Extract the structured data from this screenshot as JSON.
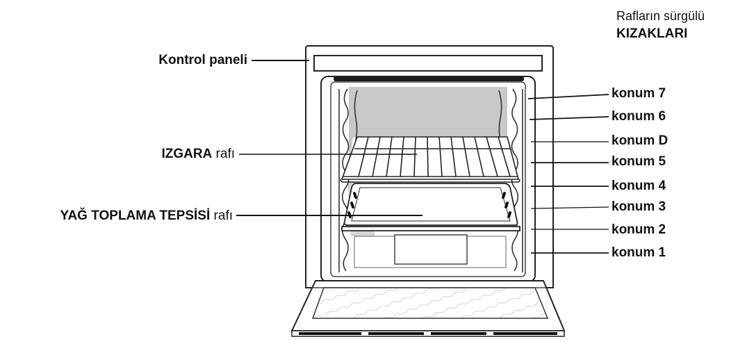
{
  "header": {
    "line1": "Rafların sürgülü",
    "line2": "KIZAKLARI"
  },
  "left_labels": {
    "control_panel": "Kontrol paneli",
    "grill_bold": "IZGARA",
    "grill_suffix": " rafı",
    "drip_bold": "YAĞ TOPLAMA TEPSİSİ",
    "drip_suffix": " rafı"
  },
  "positions": [
    {
      "label": "konum 7"
    },
    {
      "label": "konum 6"
    },
    {
      "label": "konum D"
    },
    {
      "label": "konum 5"
    },
    {
      "label": "konum 4"
    },
    {
      "label": "konum 3"
    },
    {
      "label": "konum 2"
    },
    {
      "label": "konum 1"
    }
  ]
}
